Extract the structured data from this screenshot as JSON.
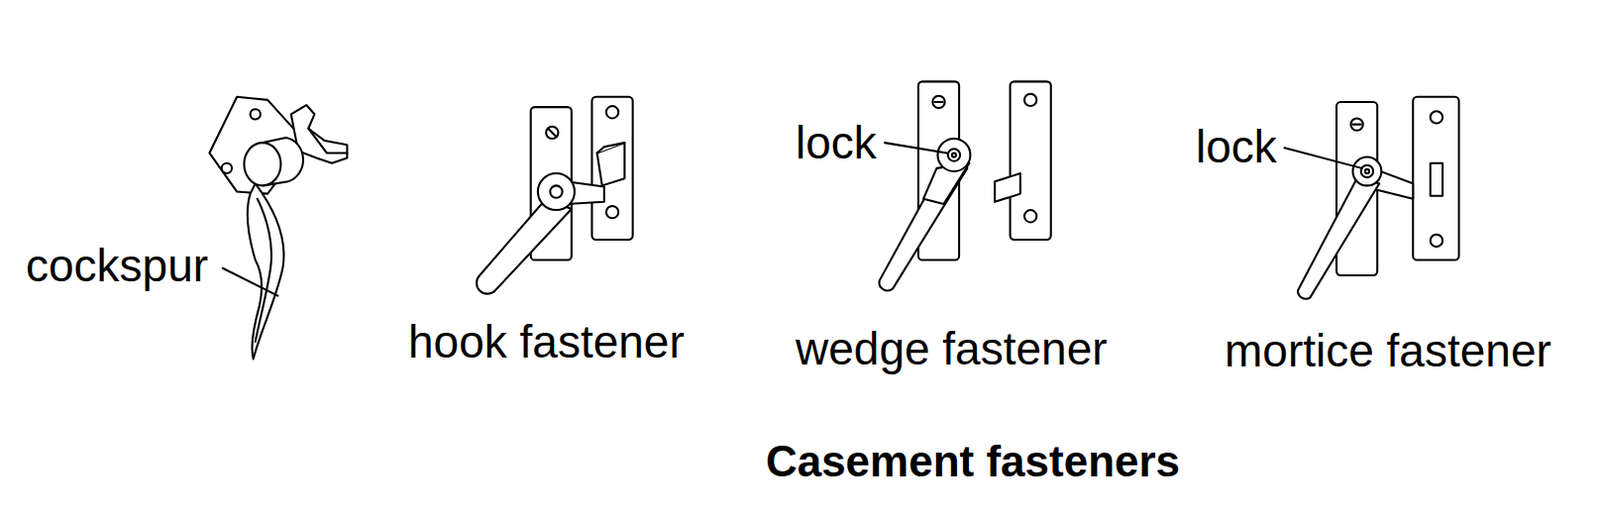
{
  "diagram": {
    "caption": "Casement fasteners",
    "labels": [
      "cockspur",
      "hook fastener",
      "lock",
      "wedge fastener",
      "lock",
      "mortice fastener"
    ]
  }
}
